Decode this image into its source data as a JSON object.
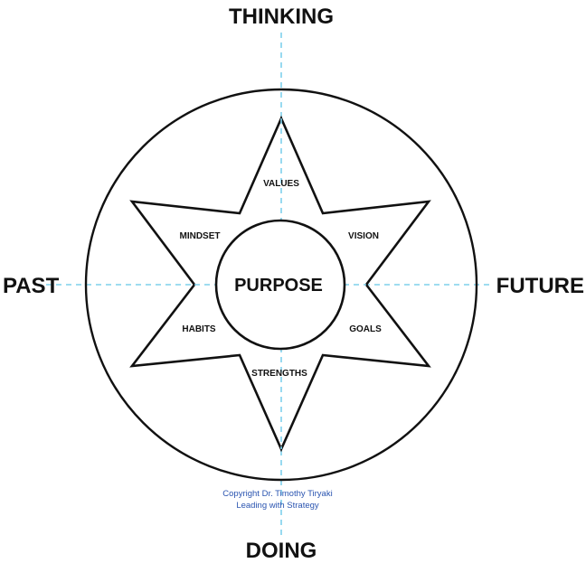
{
  "axes": {
    "top": "THINKING",
    "bottom": "DOING",
    "left": "PAST",
    "right": "FUTURE"
  },
  "center": "PURPOSE",
  "petals": {
    "top": "VALUES",
    "top_right": "VISION",
    "bottom_right": "GOALS",
    "bottom": "STRENGTHS",
    "bottom_left": "HABITS",
    "top_left": "MINDSET"
  },
  "copyright": {
    "line1": "Copyright Dr. Timothy Tiryaki",
    "line2": "Leading with Strategy"
  },
  "colors": {
    "stroke": "#111111",
    "axis_dash": "#7fd0ec",
    "copyright": "#2a54b0"
  }
}
